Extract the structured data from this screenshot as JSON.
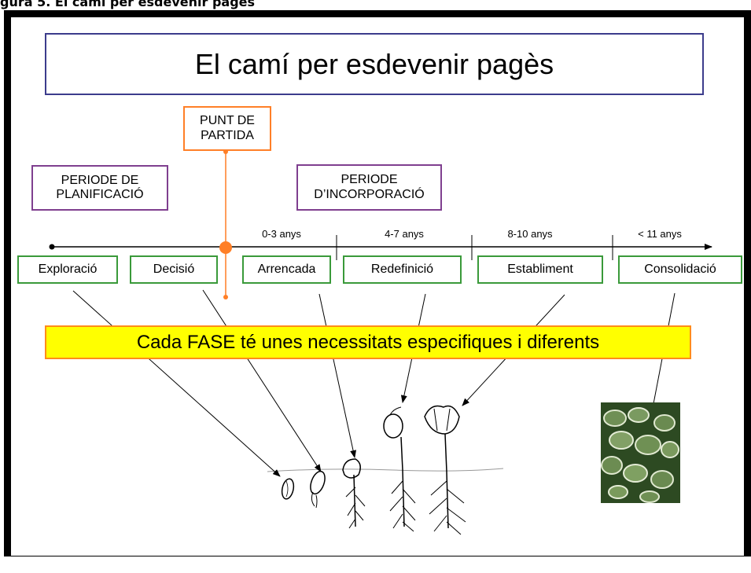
{
  "caption": "gura 5. El camí per esdevenir pagès",
  "title": "El camí per esdevenir pagès",
  "start_point": {
    "line1": "PUNT DE",
    "line2": "PARTIDA"
  },
  "periods": [
    {
      "line1": "PERIODE DE",
      "line2": "PLANIFICACIÓ"
    },
    {
      "line1": "PERIODE",
      "line2": "D’INCORPORACIÓ"
    }
  ],
  "timeline_ticks": [
    "0-3 anys",
    "4-7 anys",
    "8-10 anys",
    "< 11 anys"
  ],
  "phases": [
    "Exploració",
    "Decisió",
    "Arrencada",
    "Redefinició",
    "Establiment",
    "Consolidació"
  ],
  "banner": "Cada FASE té unes necessitats especifiques i diferents",
  "colors": {
    "title_border": "#3c3c8c",
    "start_point": "#ff7f27",
    "period_border": "#7f3f8f",
    "phase_border": "#3a9a3a",
    "banner_fill": "#ffff00",
    "banner_border": "#ff8c1a"
  }
}
